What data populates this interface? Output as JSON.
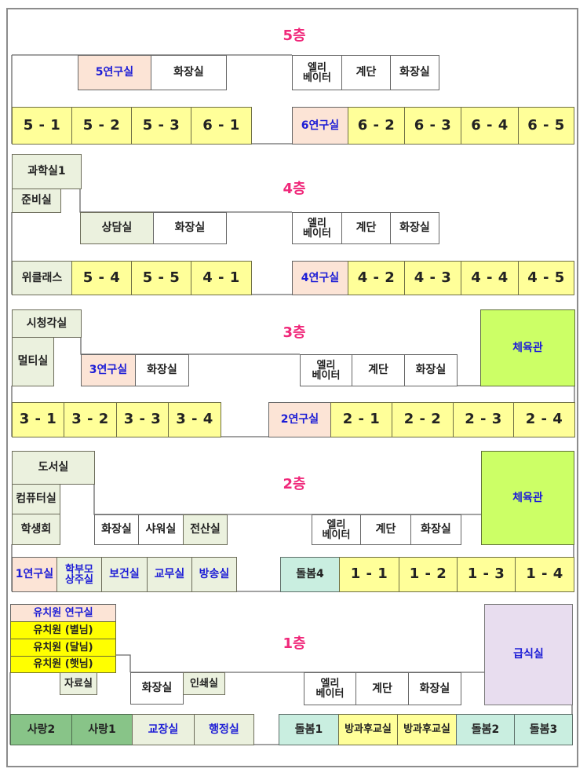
{
  "colors": {
    "floor_title": "#f0287a",
    "classroom": "#ffff99",
    "research_room": "#fce4d6",
    "special_room": "#ebf1de",
    "gym": "#ccff66",
    "care_room": "#c9eee0",
    "sarang_room": "#88c488",
    "cafeteria": "#e8ddef",
    "kindergarten": "#ffff00",
    "blue_label": "#1d1dd6"
  },
  "floors": [
    {
      "title": "5층",
      "rooms": [
        {
          "label": "5연구실"
        },
        {
          "label": "화장실"
        },
        {
          "label": "엘리\n베이터"
        },
        {
          "label": "계단"
        },
        {
          "label": "화장실"
        },
        {
          "label": "5 - 1"
        },
        {
          "label": "5 - 2"
        },
        {
          "label": "5 - 3"
        },
        {
          "label": "6 - 1"
        },
        {
          "label": "6연구실"
        },
        {
          "label": "6 - 2"
        },
        {
          "label": "6 - 3"
        },
        {
          "label": "6 - 4"
        },
        {
          "label": "6 - 5"
        }
      ]
    },
    {
      "title": "4층",
      "rooms": [
        {
          "label": "과학실1"
        },
        {
          "label": "준비실"
        },
        {
          "label": "상담실"
        },
        {
          "label": "화장실"
        },
        {
          "label": "엘리\n베이터"
        },
        {
          "label": "계단"
        },
        {
          "label": "화장실"
        },
        {
          "label": "위클래스"
        },
        {
          "label": "5 - 4"
        },
        {
          "label": "5 - 5"
        },
        {
          "label": "4 - 1"
        },
        {
          "label": "4연구실"
        },
        {
          "label": "4 - 2"
        },
        {
          "label": "4 - 3"
        },
        {
          "label": "4 - 4"
        },
        {
          "label": "4 - 5"
        }
      ]
    },
    {
      "title": "3층",
      "rooms": [
        {
          "label": "시청각실"
        },
        {
          "label": "멀티실"
        },
        {
          "label": "3연구실"
        },
        {
          "label": "화장실"
        },
        {
          "label": "엘리\n베이터"
        },
        {
          "label": "계단"
        },
        {
          "label": "화장실"
        },
        {
          "label": "체육관"
        },
        {
          "label": "3 - 1"
        },
        {
          "label": "3 - 2"
        },
        {
          "label": "3 - 3"
        },
        {
          "label": "3 - 4"
        },
        {
          "label": "2연구실"
        },
        {
          "label": "2 - 1"
        },
        {
          "label": "2 - 2"
        },
        {
          "label": "2 - 3"
        },
        {
          "label": "2 - 4"
        }
      ]
    },
    {
      "title": "2층",
      "rooms": [
        {
          "label": "도서실"
        },
        {
          "label": "컴퓨터실"
        },
        {
          "label": "학생회"
        },
        {
          "label": "화장실"
        },
        {
          "label": "샤워실"
        },
        {
          "label": "전산실"
        },
        {
          "label": "엘리\n베이터"
        },
        {
          "label": "계단"
        },
        {
          "label": "화장실"
        },
        {
          "label": "체육관"
        },
        {
          "label": "1연구실"
        },
        {
          "label": "학부모\n상주실"
        },
        {
          "label": "보건실"
        },
        {
          "label": "교무실"
        },
        {
          "label": "방송실"
        },
        {
          "label": "돌봄4"
        },
        {
          "label": "1 - 1"
        },
        {
          "label": "1 - 2"
        },
        {
          "label": "1 - 3"
        },
        {
          "label": "1 - 4"
        }
      ]
    },
    {
      "title": "1층",
      "rooms": [
        {
          "label": "유치원 연구실"
        },
        {
          "label": "유치원 (별님)"
        },
        {
          "label": "유치원 (달님)"
        },
        {
          "label": "유치원 (햇님)"
        },
        {
          "label": "자료실"
        },
        {
          "label": "화장실"
        },
        {
          "label": "인쇄실"
        },
        {
          "label": "엘리\n베이터"
        },
        {
          "label": "계단"
        },
        {
          "label": "화장실"
        },
        {
          "label": "급식실"
        },
        {
          "label": "사랑2"
        },
        {
          "label": "사랑1"
        },
        {
          "label": "교장실"
        },
        {
          "label": "행정실"
        },
        {
          "label": "돌봄1"
        },
        {
          "label": "방과후교실"
        },
        {
          "label": "방과후교실"
        },
        {
          "label": "돌봄2"
        },
        {
          "label": "돌봄3"
        }
      ]
    }
  ]
}
